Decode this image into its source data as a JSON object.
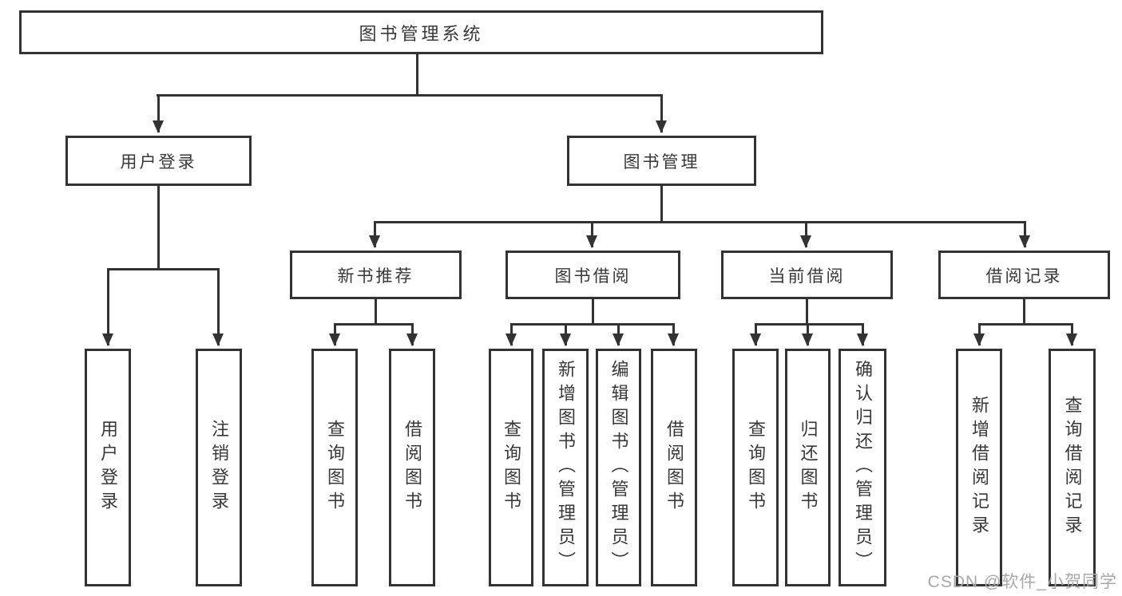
{
  "diagram": {
    "type": "hierarchy-tree",
    "orientation": "top-down"
  },
  "colors": {
    "line": "#333333",
    "box_border": "#333333",
    "box_fill": "#ffffff",
    "text": "#383838",
    "watermark": "#a8a8a8"
  },
  "tree": {
    "root": {
      "label": "图书管理系统"
    },
    "branches": [
      {
        "label": "用户登录",
        "children": [
          {
            "label": "用户登录"
          },
          {
            "label": "注销登录"
          }
        ]
      },
      {
        "label": "图书管理",
        "children": [
          {
            "label": "新书推荐",
            "children": [
              {
                "label": "查询图书"
              },
              {
                "label": "借阅图书"
              }
            ]
          },
          {
            "label": "图书借阅",
            "children": [
              {
                "label": "查询图书"
              },
              {
                "label": "新增图书（管理员）"
              },
              {
                "label": "编辑图书（管理员）"
              },
              {
                "label": "借阅图书"
              }
            ]
          },
          {
            "label": "当前借阅",
            "children": [
              {
                "label": "查询图书"
              },
              {
                "label": "归还图书"
              },
              {
                "label": "确认归还（管理员）"
              }
            ]
          },
          {
            "label": "借阅记录",
            "children": [
              {
                "label": "新增借阅记录"
              },
              {
                "label": "查询借阅记录"
              }
            ]
          }
        ]
      }
    ]
  },
  "watermark": "CSDN @软件_小贺同学"
}
